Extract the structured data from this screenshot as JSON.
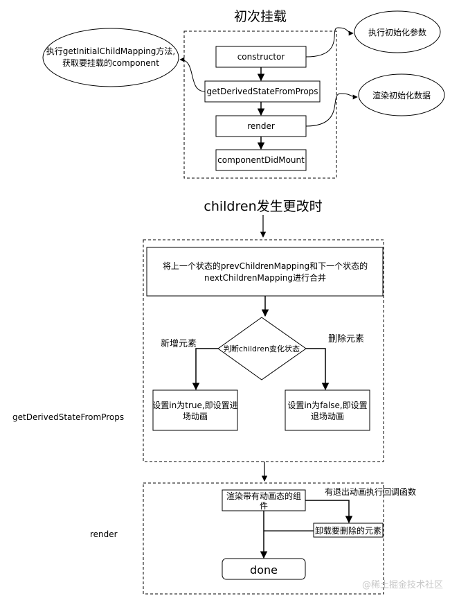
{
  "section1": {
    "title": "初次挂载",
    "steps": [
      "constructor",
      "getDerivedStateFromProps",
      "render",
      "componentDidMount"
    ],
    "note_init_params": "执行初始化参数",
    "note_mapping_line1": "执行getInitialChildMapping方法,",
    "note_mapping_line2": "获取要挂载的component",
    "note_render_data": "渲染初始化数据"
  },
  "section2": {
    "title": "children发生更改时",
    "side_label": "getDerivedStateFromProps",
    "merge_line1": "将上一个状态的prevChildrenMapping和下一个状态的",
    "merge_line2": "nextChildrenMapping进行合并",
    "decision": "判断children变化状态",
    "branch_add": "新增元素",
    "branch_delete": "删除元素",
    "enter_line1": "设置in为true,即设置进",
    "enter_line2": "场动画",
    "exit_line1": "设置in为false,即设置",
    "exit_line2": "退场动画"
  },
  "section3": {
    "side_label": "render",
    "render_line1": "渲染带有动画态的组",
    "render_line2": "件",
    "callback_label": "有退出动画执行回调函数",
    "unmount": "卸载要删除的元素",
    "done": "done"
  },
  "watermark": "@稀土掘金技术社区",
  "colors": {
    "stroke": "#000000",
    "background": "#ffffff",
    "watermark": "#c8c8c8"
  }
}
